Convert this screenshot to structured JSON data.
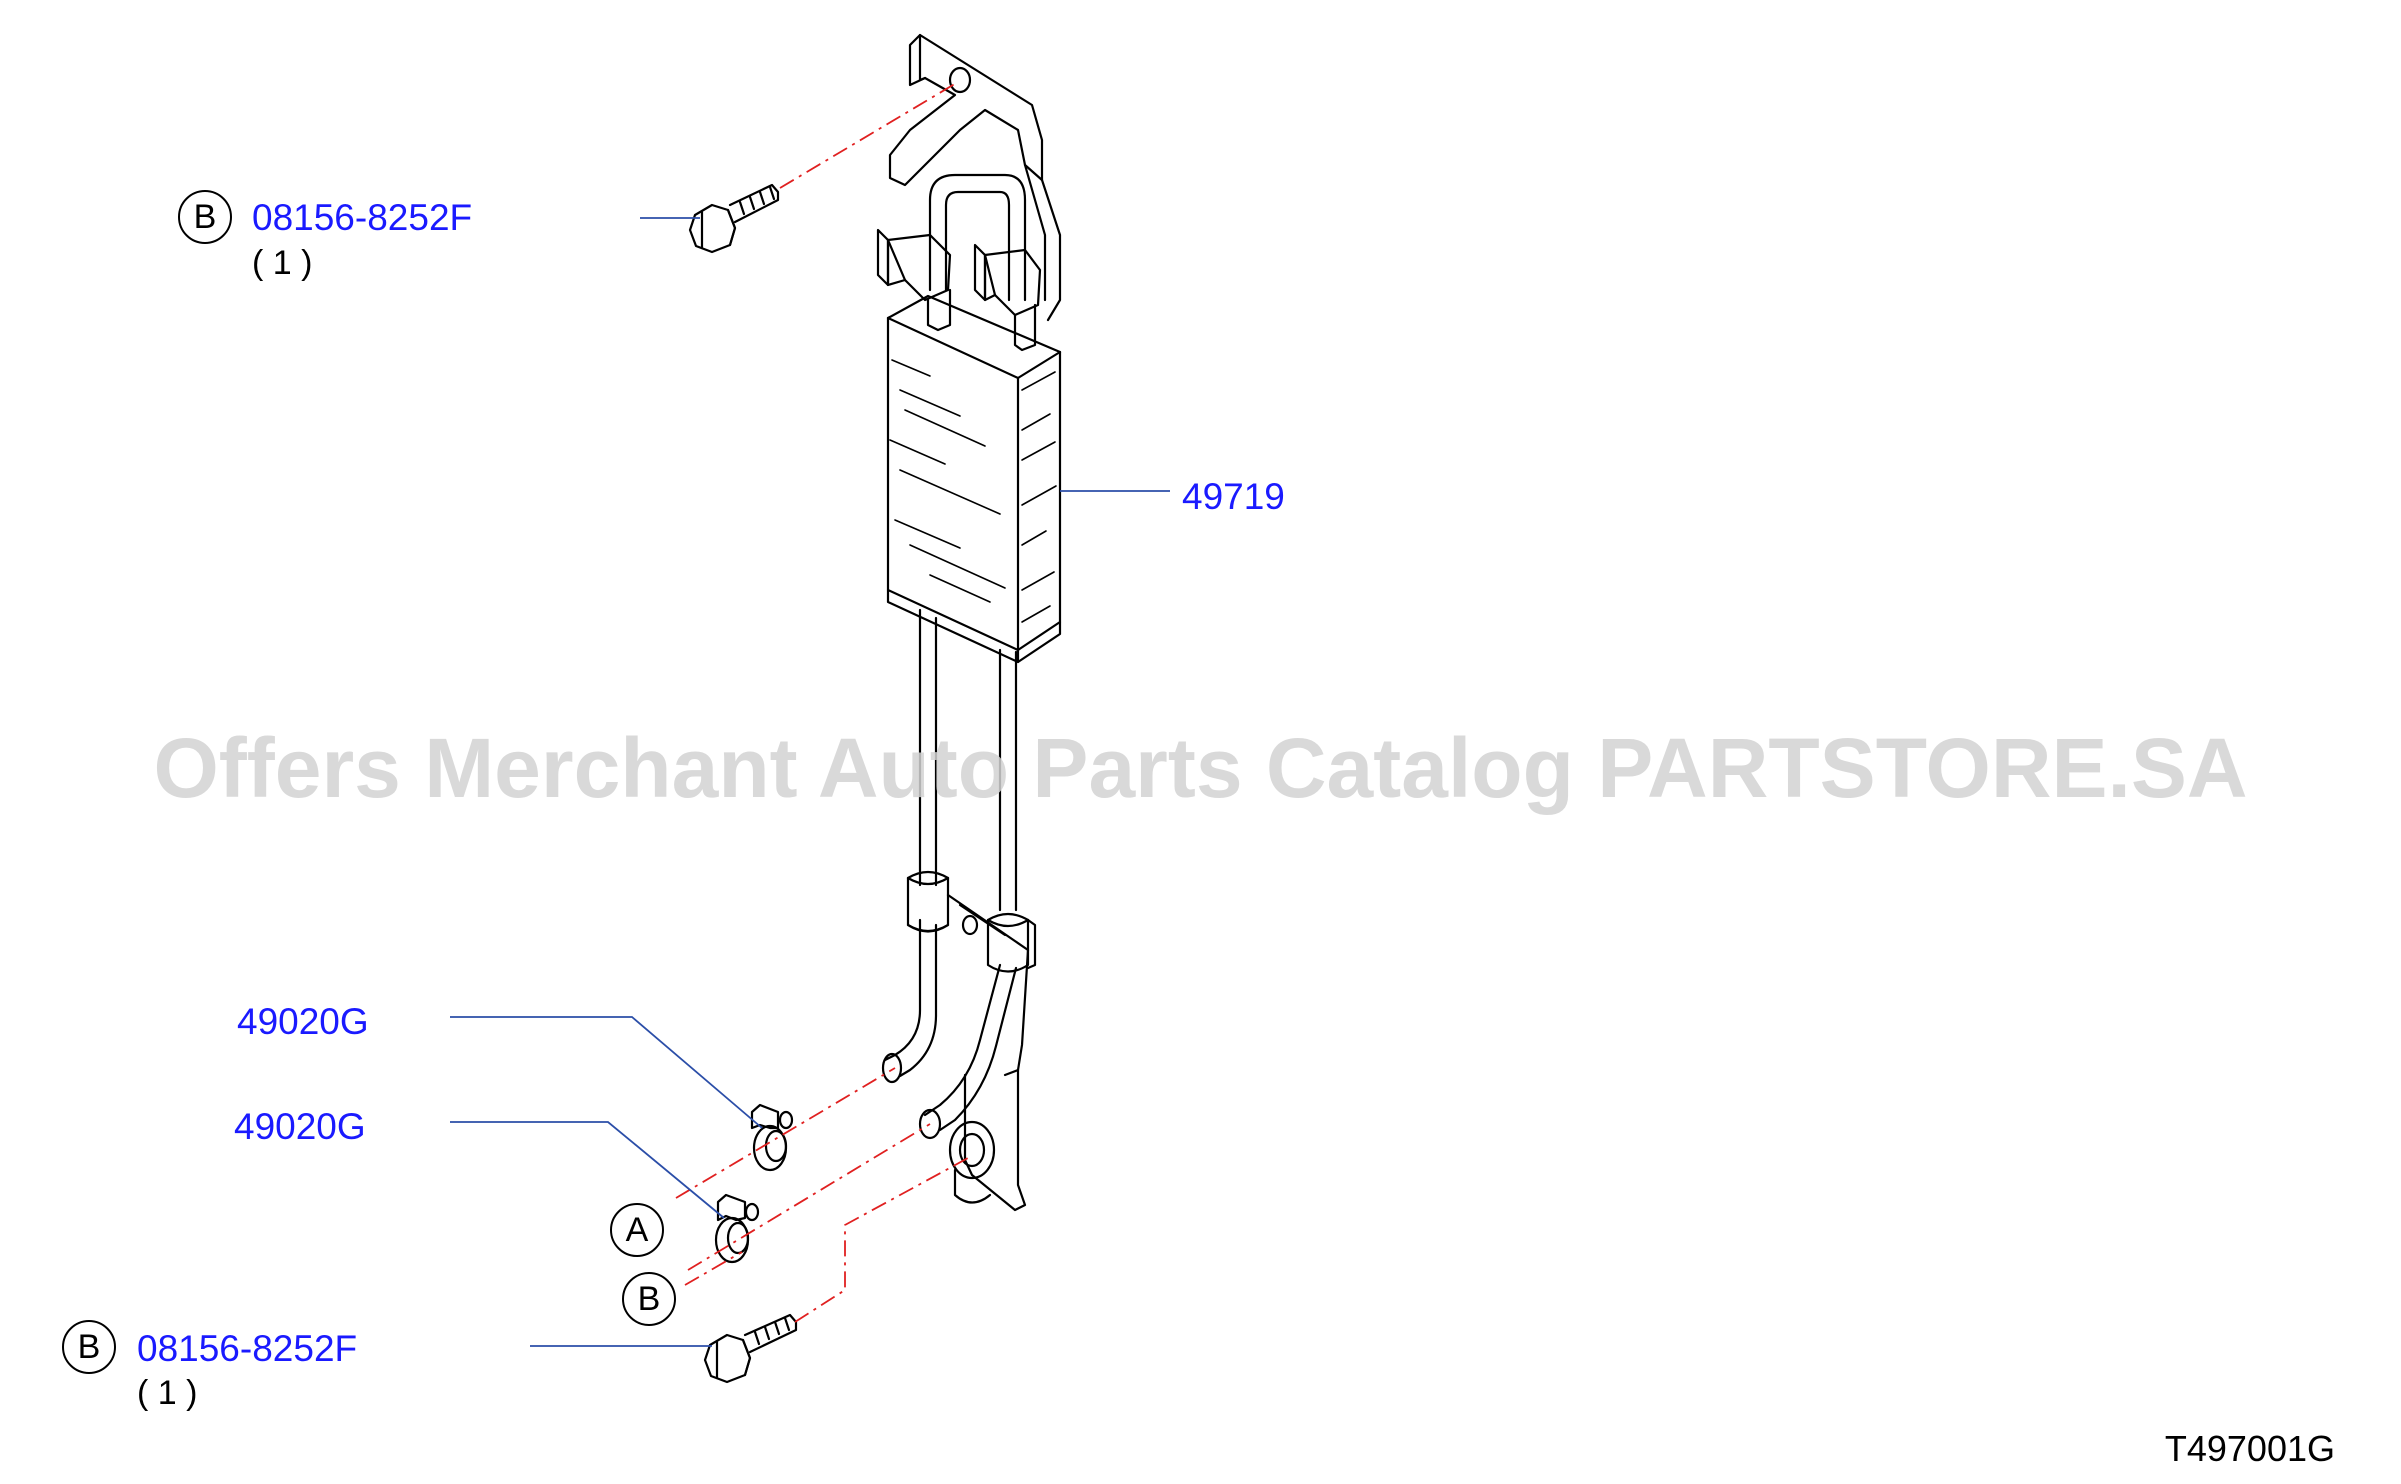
{
  "callouts": {
    "bolt_top": {
      "letter": "B",
      "part": "08156-8252F",
      "qty": "( 1 )"
    },
    "cooler": {
      "part": "49719"
    },
    "clamp_1": {
      "part": "49020G"
    },
    "clamp_2": {
      "part": "49020G"
    },
    "bolt_bottom": {
      "letter": "B",
      "part": "08156-8252F",
      "qty": "( 1 )"
    }
  },
  "markers": {
    "a": "A",
    "b": "B"
  },
  "watermark": "Offers Merchant Auto Parts Catalog PARTSTORE.SA",
  "diagram_code": "T497001G",
  "colors": {
    "label": "#1a1aff",
    "leader": "#2b4ea8",
    "dash": "#e02020",
    "line": "#000000",
    "watermark": "#d3d3d3"
  }
}
